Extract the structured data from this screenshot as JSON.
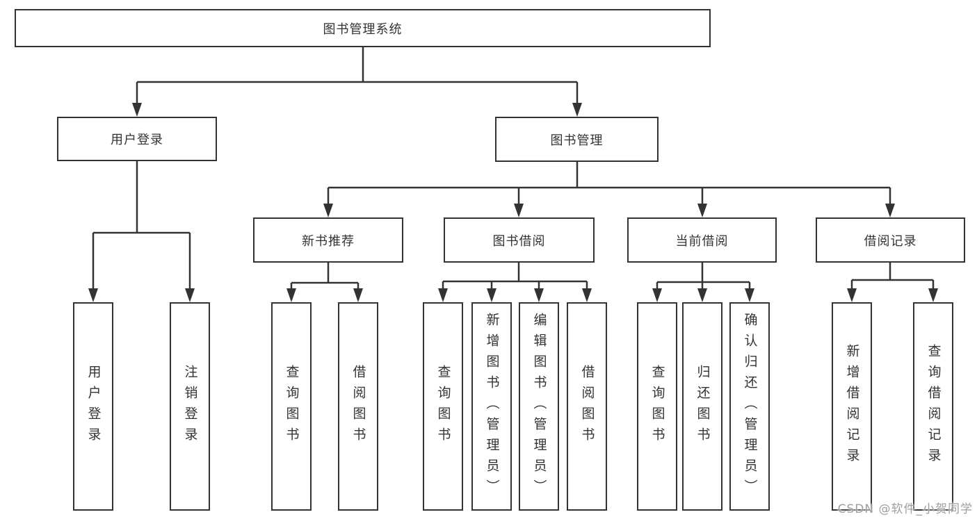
{
  "tree": {
    "root": {
      "label": "图书管理系统",
      "children": [
        {
          "label": "用户登录",
          "children": [
            {
              "label": "用户登录"
            },
            {
              "label": "注销登录"
            }
          ]
        },
        {
          "label": "图书管理",
          "children": [
            {
              "label": "新书推荐",
              "children": [
                {
                  "label": "查询图书"
                },
                {
                  "label": "借阅图书"
                }
              ]
            },
            {
              "label": "图书借阅",
              "children": [
                {
                  "label": "查询图书"
                },
                {
                  "label": "新增图书（管理员）"
                },
                {
                  "label": "编辑图书（管理员）"
                },
                {
                  "label": "借阅图书"
                }
              ]
            },
            {
              "label": "当前借阅",
              "children": [
                {
                  "label": "查询图书"
                },
                {
                  "label": "归还图书"
                },
                {
                  "label": "确认归还（管理员）"
                }
              ]
            },
            {
              "label": "借阅记录",
              "children": [
                {
                  "label": "新增借阅记录"
                },
                {
                  "label": "查询借阅记录"
                }
              ]
            }
          ]
        }
      ]
    }
  },
  "watermark": {
    "text": "CSDN @软件_小贺同学"
  },
  "colors": {
    "line": "#333333",
    "box_fill": "#ffffff",
    "text": "#333333",
    "watermark": "#9e9e9e"
  }
}
